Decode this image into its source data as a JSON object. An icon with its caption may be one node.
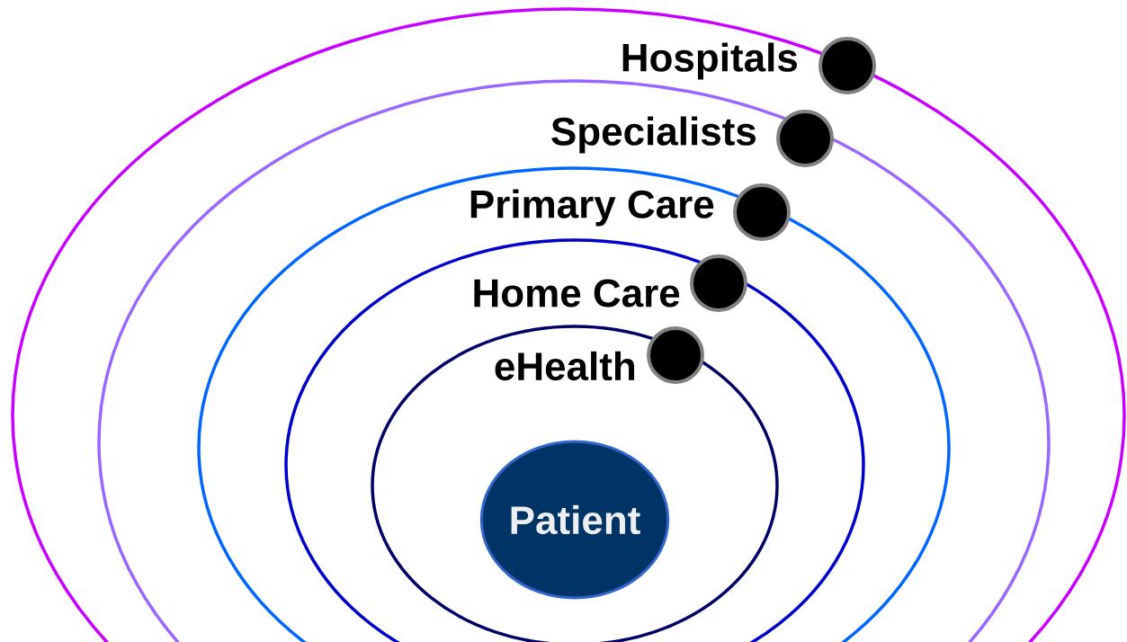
{
  "diagram": {
    "nodes": [
      {
        "text": [
          "Hospitals"
        ]
      },
      {
        "text": [
          "Specialists"
        ],
        "in": 0
      },
      {
        "text": [
          "Primary Care"
        ],
        "in": 1
      },
      {
        "text": [
          "Home Care"
        ],
        "in": 2
      },
      {
        "text": [
          "eHealth"
        ],
        "in": 3
      },
      {
        "text": [
          "Patient"
        ],
        "in": 4
      }
    ]
  }
}
